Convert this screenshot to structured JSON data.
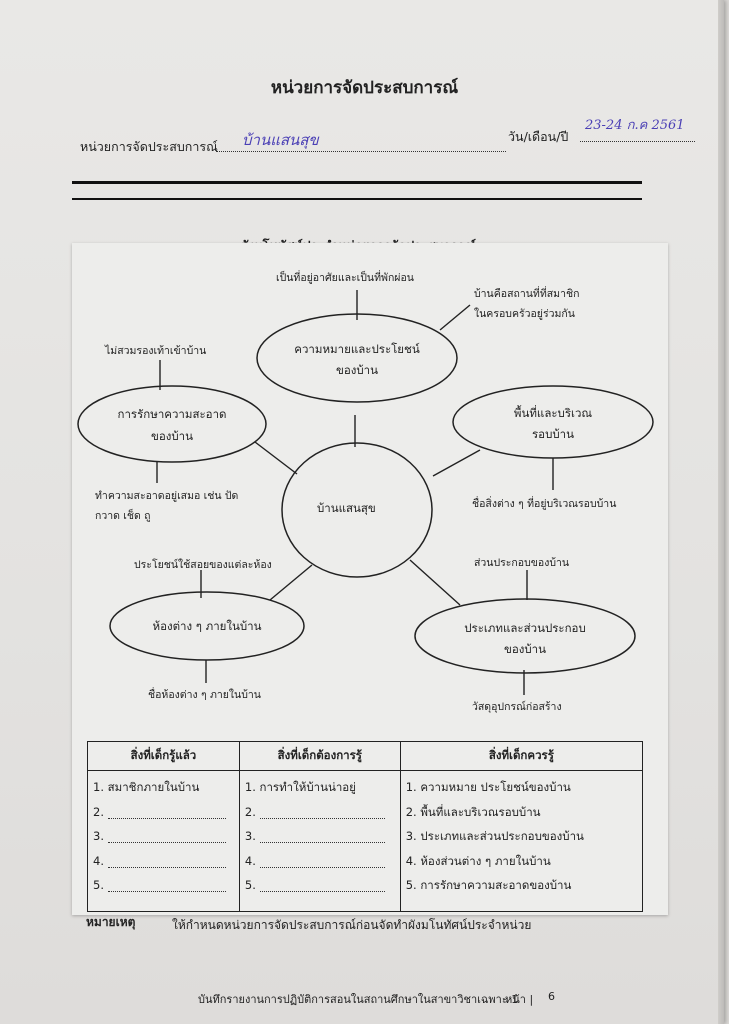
{
  "header": {
    "title": "หน่วยการจัดประสบการณ์",
    "unit_label": "หน่วยการจัดประสบการณ์",
    "unit_value": "บ้านแสนสุข",
    "date_label": "วัน/เดือน/ปี",
    "date_value": "23-24 ก.ค 2561"
  },
  "mindmap": {
    "title": "ผังมโนทัศน์ประจำหน่วยการจัดประสบการณ์",
    "center": "บ้านแสนสุข",
    "nodes": {
      "meaning": [
        "ความหมายและประโยชน์",
        "ของบ้าน"
      ],
      "area": [
        "พื้นที่และบริเวณ",
        "รอบบ้าน"
      ],
      "types": [
        "ประเภทและส่วนประกอบ",
        "ของบ้าน"
      ],
      "rooms": [
        "ห้องต่าง ๆ ภายในบ้าน"
      ],
      "cleaning": [
        "การรักษาความสะอาด",
        "ของบ้าน"
      ]
    },
    "details": {
      "meaning_top": "เป็นที่อยู่อาศัยและเป็นที่พักผ่อน",
      "meaning_right_1": "บ้านคือสถานที่ที่สมาชิก",
      "meaning_right_2": "ในครอบครัวอยู่ร่วมกัน",
      "area_below": "ชื่อสิ่งต่าง ๆ ที่อยู่บริเวณรอบบ้าน",
      "types_above": "ส่วนประกอบของบ้าน",
      "types_below": "วัสดุอุปกรณ์ก่อสร้าง",
      "rooms_above": "ประโยชน์ใช้สอยของแต่ละห้อง",
      "rooms_below": "ชื่อห้องต่าง ๆ ภายในบ้าน",
      "cleaning_above": "ไม่สวมรองเท้าเข้าบ้าน",
      "cleaning_below_1": "ทำความสะอาดอยู่เสมอ เช่น ปัด",
      "cleaning_below_2": "กวาด เช็ด ถู"
    }
  },
  "table": {
    "headers": [
      "สิ่งที่เด็กรู้แล้ว",
      "สิ่งที่เด็กต้องการรู้",
      "สิ่งที่เด็กควรรู้"
    ],
    "col1": [
      "1. สมาชิกภายในบ้าน",
      "2.",
      "3.",
      "4.",
      "5."
    ],
    "col2": [
      "1. การทำให้บ้านน่าอยู่",
      "2.",
      "3.",
      "4.",
      "5."
    ],
    "col3": [
      "1. ความหมาย  ประโยชน์ของบ้าน",
      "2. พื้นที่และบริเวณรอบบ้าน",
      "3. ประเภทและส่วนประกอบของบ้าน",
      "4. ห้องส่วนต่าง ๆ ภายในบ้าน",
      "5. การรักษาความสะอาดของบ้าน"
    ]
  },
  "note": {
    "label": "หมายเหตุ",
    "text": "ให้กำหนดหน่วยการจัดประสบการณ์ก่อนจัดทำผังมโนทัศน์ประจำหน่วย"
  },
  "footer": {
    "text": "บันทึกรายงานการปฏิบัติการสอนในสถานศึกษาในสาขาวิชาเฉพาะ 1",
    "page_label": "หน้า |",
    "page_number": "6"
  }
}
